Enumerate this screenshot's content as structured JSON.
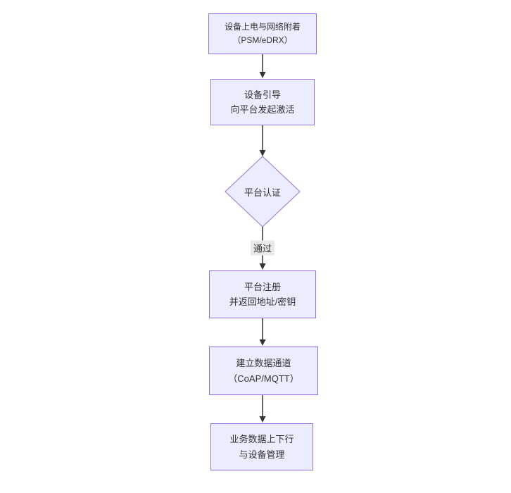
{
  "diagram": {
    "type": "flowchart",
    "direction": "top-down",
    "nodes": [
      {
        "id": "A",
        "shape": "rect",
        "lines": [
          "设备上电与网络附着",
          "（PSM/eDRX）"
        ]
      },
      {
        "id": "B",
        "shape": "rect",
        "lines": [
          "设备引导",
          "向平台发起激活"
        ]
      },
      {
        "id": "C",
        "shape": "diamond",
        "label": "平台认证"
      },
      {
        "id": "D",
        "shape": "rect",
        "lines": [
          "平台注册",
          "并返回地址/密钥"
        ]
      },
      {
        "id": "E",
        "shape": "rect",
        "lines": [
          "建立数据通道",
          "（CoAP/MQTT）"
        ]
      },
      {
        "id": "F",
        "shape": "rect",
        "lines": [
          "业务数据上下行",
          "与设备管理"
        ]
      }
    ],
    "edges": [
      {
        "from": "A",
        "to": "B"
      },
      {
        "from": "B",
        "to": "C"
      },
      {
        "from": "C",
        "to": "D",
        "label": "通过"
      },
      {
        "from": "D",
        "to": "E"
      },
      {
        "from": "E",
        "to": "F"
      }
    ],
    "colors": {
      "node_fill": "#ECECFF",
      "node_border": "#9370DB",
      "arrow": "#333333",
      "edge_label_bg": "#e8e8e8",
      "text": "#333333"
    }
  }
}
